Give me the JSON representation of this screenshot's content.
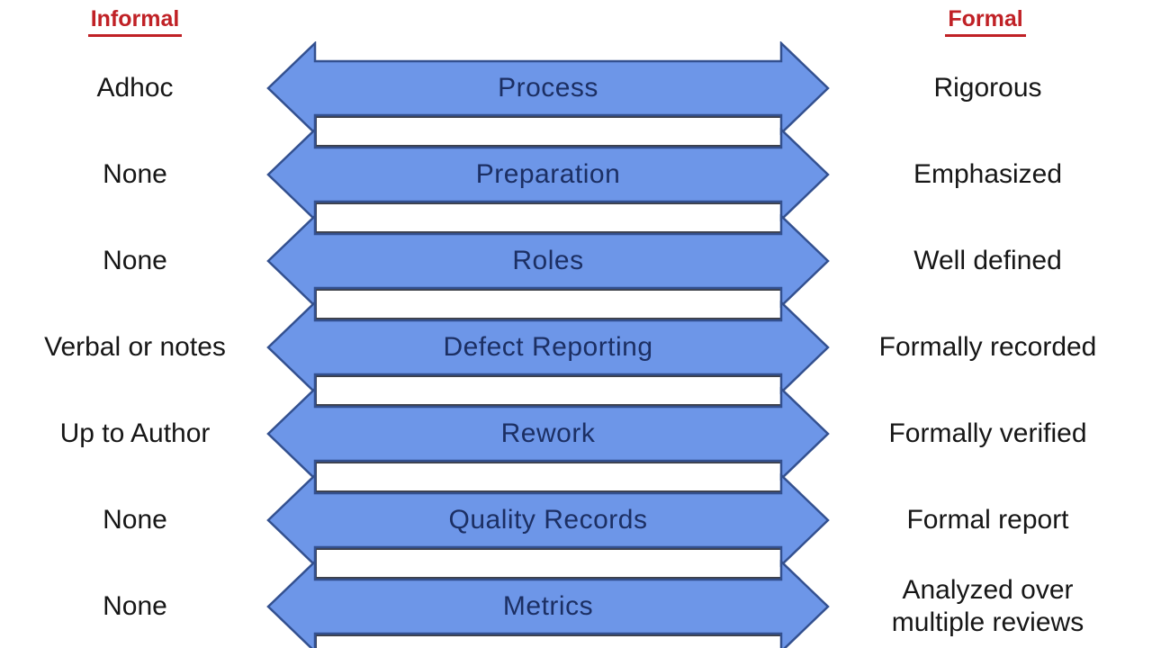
{
  "headers": {
    "left": "Informal",
    "right": "Formal"
  },
  "rows": [
    {
      "left": "Adhoc",
      "center": "Process",
      "right": "Rigorous"
    },
    {
      "left": "None",
      "center": "Preparation",
      "right": "Emphasized"
    },
    {
      "left": "None",
      "center": "Roles",
      "right": "Well defined"
    },
    {
      "left": "Verbal or notes",
      "center": "Defect Reporting",
      "right": "Formally recorded"
    },
    {
      "left": "Up to Author",
      "center": "Rework",
      "right": "Formally verified"
    },
    {
      "left": "None",
      "center": "Quality Records",
      "right": "Formal report"
    },
    {
      "left": "None",
      "center": "Metrics",
      "right": "Analyzed over\nmultiple reviews"
    }
  ],
  "colors": {
    "arrow_fill": "#6d96e8",
    "arrow_stroke": "#33508f",
    "arrow_text": "#1c2f63",
    "header_red": "#c02126",
    "label_black": "#161616",
    "connector_border": "#3e4048"
  }
}
